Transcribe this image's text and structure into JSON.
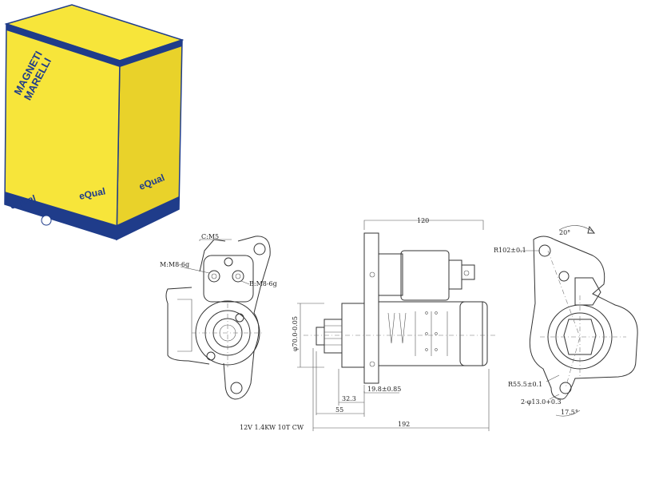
{
  "box": {
    "brand_line1": "MAGNETI",
    "brand_line2": "MARELLI",
    "equal_labels": [
      "eQual",
      "eQual",
      "eQual"
    ],
    "colors": {
      "yellow": "#f7e53a",
      "navy": "#1f3c8a"
    }
  },
  "drawing": {
    "left_view": {
      "labels": [
        "C:M5",
        "M:M8-6g",
        "B:M8-6g"
      ]
    },
    "middle_view": {
      "labels": [
        "120",
        "φ70.0-0.05",
        "19.8±0.85",
        "32.3",
        "55",
        "192"
      ]
    },
    "right_view": {
      "labels": [
        "20°",
        "R102±0.1",
        "R55.5±0.1",
        "2-φ13.0+0.3",
        "17.5°"
      ]
    },
    "spec_text": "12V 1.4KW 10T CW"
  }
}
